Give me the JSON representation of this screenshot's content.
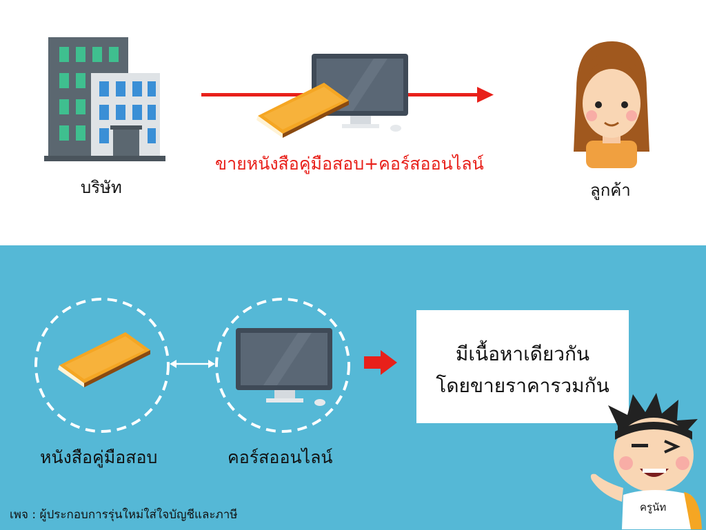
{
  "top": {
    "company_label": "บริษัท",
    "customer_label": "ลูกค้า",
    "flow_caption": "ขายหนังสือคู่มือสอบ+คอร์สออนไลน์"
  },
  "bottom": {
    "book_label": "หนังสือคู่มือสอบ",
    "course_label": "คอร์สออนไลน์",
    "result_line1": "มีเนื้อหาเดียวกัน",
    "result_line2": "โดยขายราคารวมกัน"
  },
  "footer": {
    "page_credit": "เพจ : ผู้ประกอบการรุ่นใหม่ใส่ใจบัญชีและภาษี",
    "mascot_badge": "ครูนัท"
  },
  "colors": {
    "bottom_background": "#55b8d6",
    "arrow_red": "#e8201a",
    "book_orange": "#f5a623"
  },
  "icons": [
    "building-icon",
    "monitor-icon",
    "book-icon",
    "customer-avatar-icon",
    "mascot-icon",
    "double-arrow-icon",
    "right-arrow-icon"
  ]
}
